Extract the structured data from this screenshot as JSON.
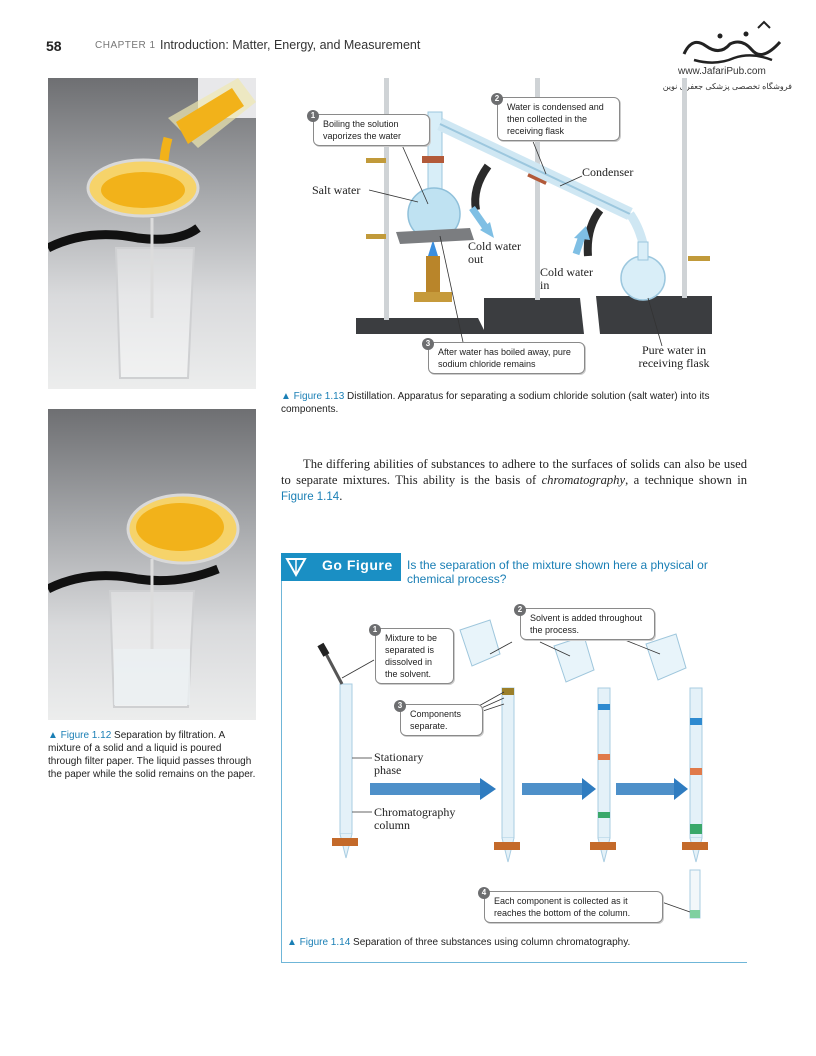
{
  "header": {
    "page_number": "58",
    "chapter_label": "CHAPTER 1",
    "chapter_title": "Introduction: Matter, Energy, and Measurement"
  },
  "watermark": {
    "url": "www.JafariPub.com",
    "tagline": "فروشگاه تخصصی پزشکی جعفری نوین"
  },
  "figure_1_13": {
    "callouts": [
      {
        "num": "1",
        "text": "Boiling the solution vaporizes the water"
      },
      {
        "num": "2",
        "text": "Water is condensed and then collected in the receiving flask"
      },
      {
        "num": "3",
        "text": "After water has boiled away, pure sodium chloride remains"
      }
    ],
    "labels": {
      "salt_water": "Salt water",
      "condenser": "Condenser",
      "cold_water_out": "Cold water out",
      "cold_water_in": "Cold water in",
      "pure_water": "Pure water in receiving flask"
    },
    "caption_label": "▲ Figure 1.13",
    "caption_text": "Distillation. Apparatus for separating a sodium chloride solution (salt water) into its components."
  },
  "figure_1_12": {
    "caption_label": "▲ Figure 1.12",
    "caption_text": "Separation by filtration. A mixture of a solid and a liquid is poured through filter paper. The liquid passes through the paper while the solid remains on the paper."
  },
  "body": {
    "text_before": "The differing abilities of substances to adhere to the surfaces of solids can also be used to separate mixtures. This ability is the basis of ",
    "italic_term": "chromatography",
    "text_middle": ", a technique shown in ",
    "figure_ref": "Figure 1.14",
    "text_after": "."
  },
  "go_figure": {
    "label": "Go Figure",
    "question": "Is the separation of the mixture shown here a physical or chemical process?"
  },
  "figure_1_14": {
    "callouts": [
      {
        "num": "1",
        "text": "Mixture to be separated is dissolved in the solvent."
      },
      {
        "num": "2",
        "text": "Solvent is added throughout the process."
      },
      {
        "num": "3",
        "text": "Components separate."
      },
      {
        "num": "4",
        "text": "Each component is collected as it reaches the bottom of the column."
      }
    ],
    "labels": {
      "stationary_phase": "Stationary phase",
      "column": "Chromatography column"
    },
    "caption_label": "▲ Figure 1.14",
    "caption_text": "Separation of three substances using column chromatography."
  },
  "colors": {
    "accent_blue": "#1a8fc4",
    "band_blue": "#2e8ad0",
    "band_orange": "#e07a4a",
    "band_green": "#3aa86a",
    "mixture_yellow": "#f2b21a"
  }
}
